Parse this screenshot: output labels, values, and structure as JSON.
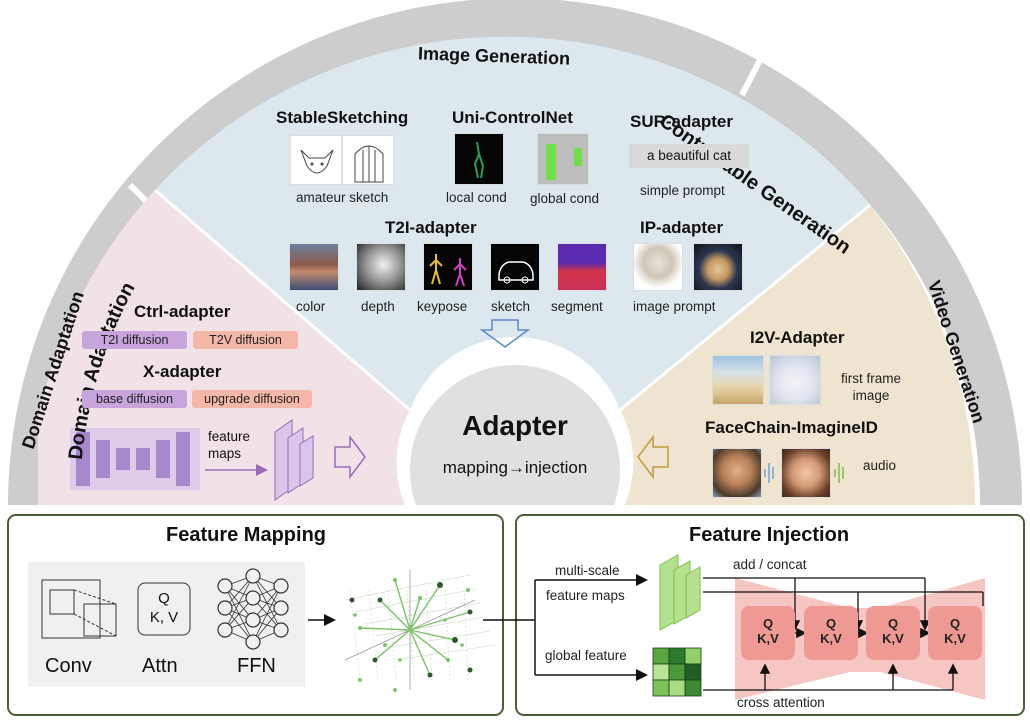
{
  "arc_labels": {
    "image_generation": "Image Generation",
    "controllable_generation": "Controllable Generation",
    "domain_adaptation": "Domain Adaptation",
    "video_generation": "Video Generation"
  },
  "center": {
    "title": "Adapter",
    "subtitle": "mapping→injection"
  },
  "image_generation": {
    "stable_sketching": {
      "title": "StableSketching",
      "caption": "amateur sketch"
    },
    "uni_controlnet": {
      "title": "Uni-ControlNet",
      "local_caption": "local cond",
      "global_caption": "global cond"
    },
    "sur_adapter": {
      "title": "SUR-adapter",
      "prompt_box": "a beautiful cat",
      "caption": "simple prompt"
    },
    "t2i_adapter": {
      "title": "T2I-adapter",
      "captions": [
        "color",
        "depth",
        "keypose",
        "sketch",
        "segment"
      ]
    },
    "ip_adapter": {
      "title": "IP-adapter",
      "caption": "image prompt"
    }
  },
  "domain_adaptation": {
    "ctrl_adapter": {
      "title": "Ctrl-adapter",
      "tag_left": "T2I diffusion",
      "tag_right": "T2V diffusion"
    },
    "x_adapter": {
      "title": "X-adapter",
      "tag_left": "base diffusion",
      "tag_right": "upgrade diffusion"
    },
    "feature_maps_label": "feature maps"
  },
  "video_generation": {
    "i2v_adapter": {
      "title": "I2V-Adapter",
      "caption": "first frame image"
    },
    "facechain": {
      "title": "FaceChain-ImagineID",
      "caption": "audio"
    }
  },
  "feature_mapping": {
    "title": "Feature Mapping",
    "conv_label": "Conv",
    "attn_label": "Attn",
    "attn_box_line1": "Q",
    "attn_box_line2": "K, V",
    "ffn_label": "FFN"
  },
  "feature_injection": {
    "title": "Feature Injection",
    "multi_scale_line1": "multi-scale",
    "multi_scale_line2": "feature maps",
    "global_feature": "global feature",
    "add_concat": "add / concat",
    "cross_attention": "cross attention",
    "block_q": "Q",
    "block_kv": "K,V"
  },
  "colors": {
    "arc_gray": "#cdcdcd",
    "image_gen_bg": "#dce8ed",
    "domain_bg": "#f1e2e8",
    "video_bg": "#efe4cf",
    "center_bg": "#e0e0e0",
    "box_border": "#4a5e3a",
    "purple_tag": "#c8a4dc",
    "salmon_tag": "#f4b7a8",
    "injection_pink": "#f6c6c3",
    "block_red": "#ee9a93"
  }
}
